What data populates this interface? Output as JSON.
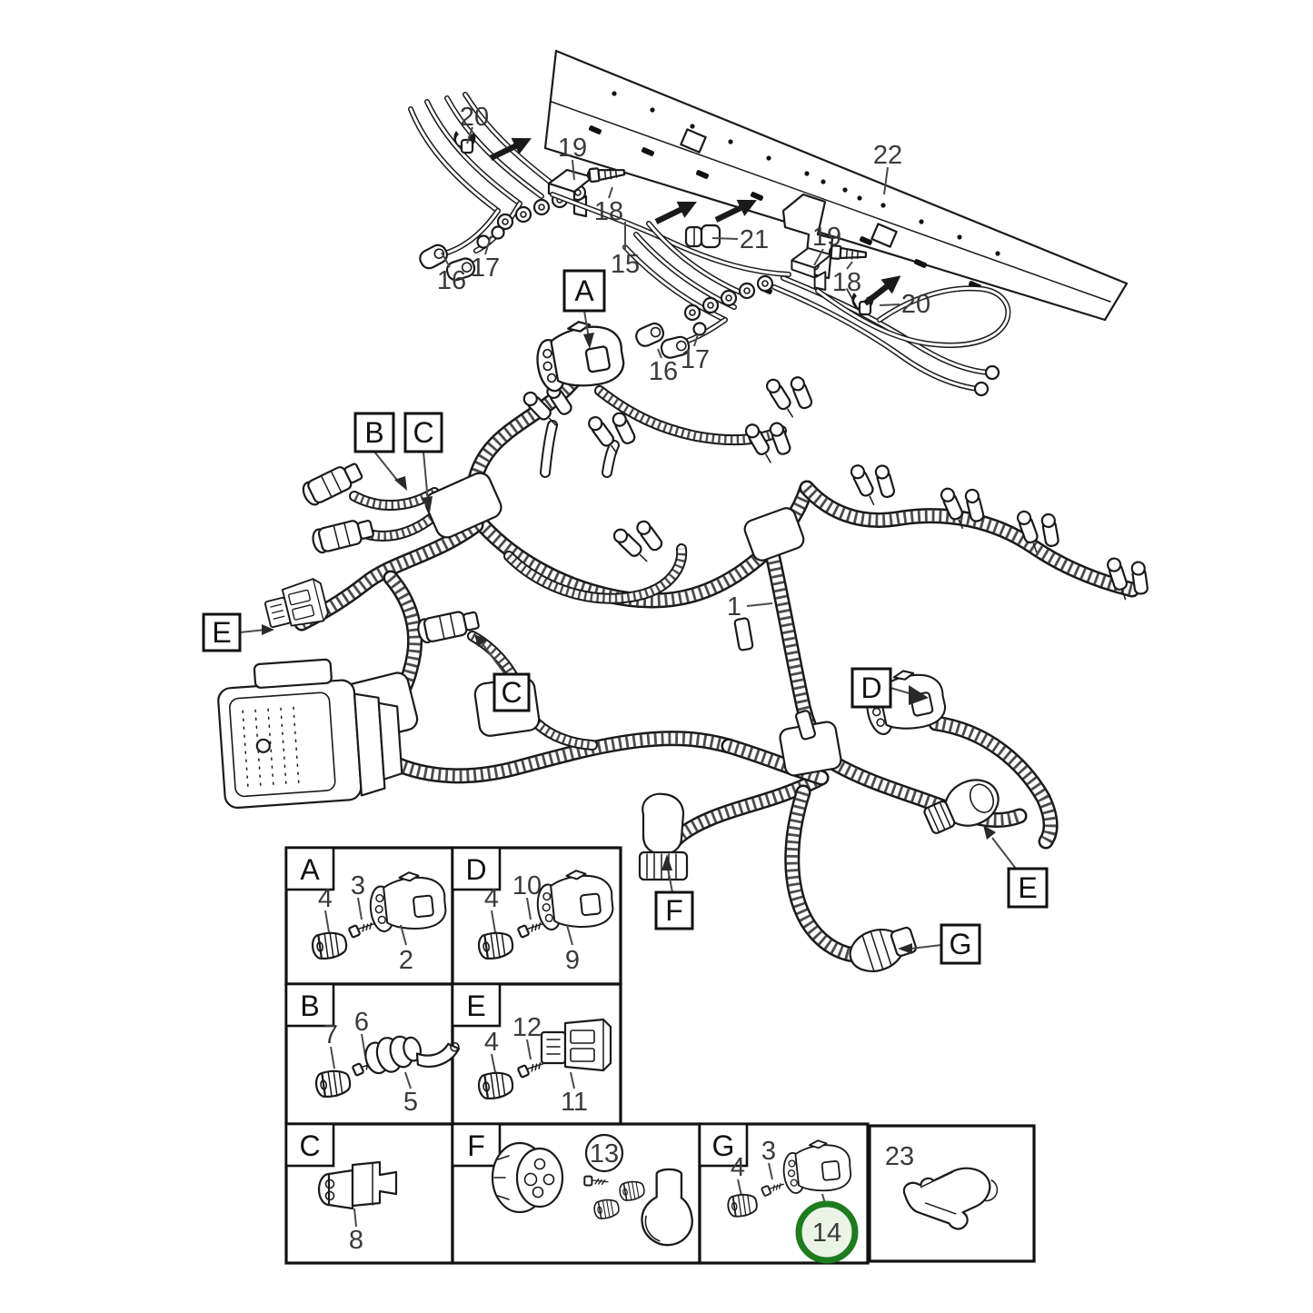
{
  "colors": {
    "line": "#1a1a1a",
    "label": "#3a3a3a",
    "highlight_ring": "#1d7c1d",
    "highlight_fill": "#ecf3e7"
  },
  "callouts": {
    "A": "A",
    "B": "B",
    "C": "C",
    "D": "D",
    "E": "E",
    "F": "F",
    "G": "G"
  },
  "parts": {
    "n1": "1",
    "n15": "15",
    "n16": "16",
    "n17": "17",
    "n18": "18",
    "n19": "19",
    "n20": "20",
    "n21": "21",
    "n22": "22"
  },
  "legend": {
    "cells": [
      {
        "letter": "A",
        "item1": "4",
        "item2": "3",
        "main": "2"
      },
      {
        "letter": "D",
        "item1": "4",
        "item2": "10",
        "main": "9"
      },
      {
        "letter": "B",
        "item1": "7",
        "item2": "6",
        "main": "5"
      },
      {
        "letter": "E",
        "item1": "4",
        "item2": "12",
        "main": "11"
      },
      {
        "letter": "C",
        "main": "8"
      },
      {
        "letter": "F",
        "main": "13"
      },
      {
        "letter": "G",
        "item1": "4",
        "item2": "3",
        "main": "14"
      },
      {
        "letter": "23"
      }
    ]
  }
}
